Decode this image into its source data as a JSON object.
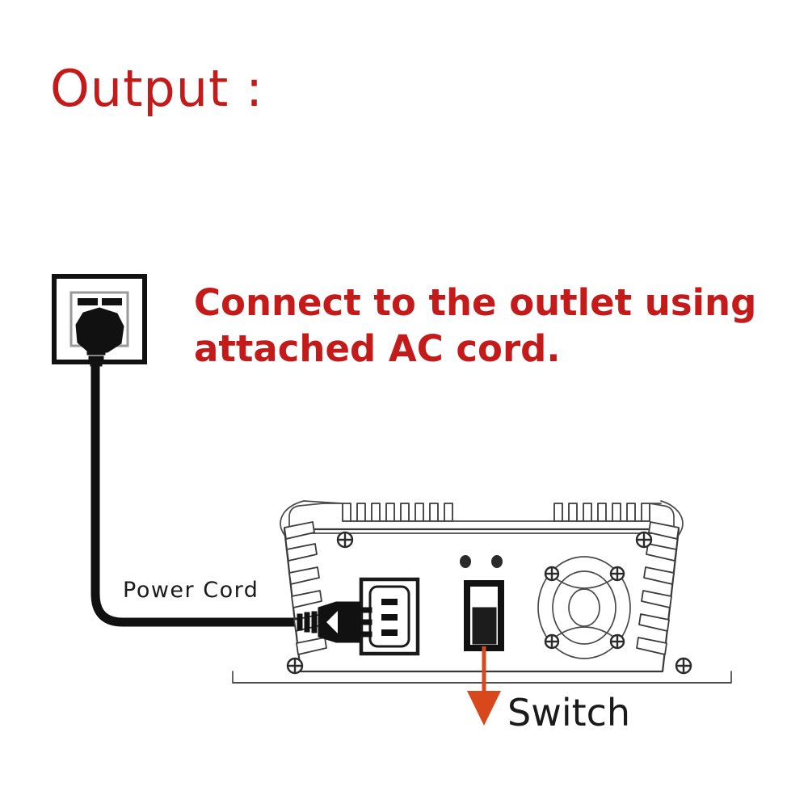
{
  "page": {
    "background_color": "#ffffff",
    "title": "Output :",
    "title_color": "#C41A1A"
  },
  "header": {
    "title": "Output :"
  },
  "instruction": {
    "line1": "Connect to the outlet using",
    "line2": "attached AC cord.",
    "color": "#C41A1A"
  },
  "labels": {
    "power_cord": "Power Cord",
    "switch": "Switch",
    "switch_arrow_color": "#D8481C",
    "label_color": "#1a1a1a"
  },
  "diagram": {
    "wall_outlet": {
      "name": "wall-outlet",
      "slot_count": 2,
      "plug_inserted": true
    },
    "power_cord": {
      "name": "power-cord",
      "color": "#111111"
    },
    "inverter": {
      "name": "power-inverter",
      "top_fin_groups": 2,
      "left_fin_count": 6,
      "right_fin_count": 6,
      "screw_holes": 4,
      "ac_socket_slots": 3,
      "led_indicators": 2,
      "fan_grille_rings": 3,
      "fan_screws": 4
    }
  },
  "colors": {
    "accent_red": "#C41A1A",
    "accent_orange": "#D8481C",
    "outline_gray": "#3a3a3a",
    "black": "#111111"
  }
}
